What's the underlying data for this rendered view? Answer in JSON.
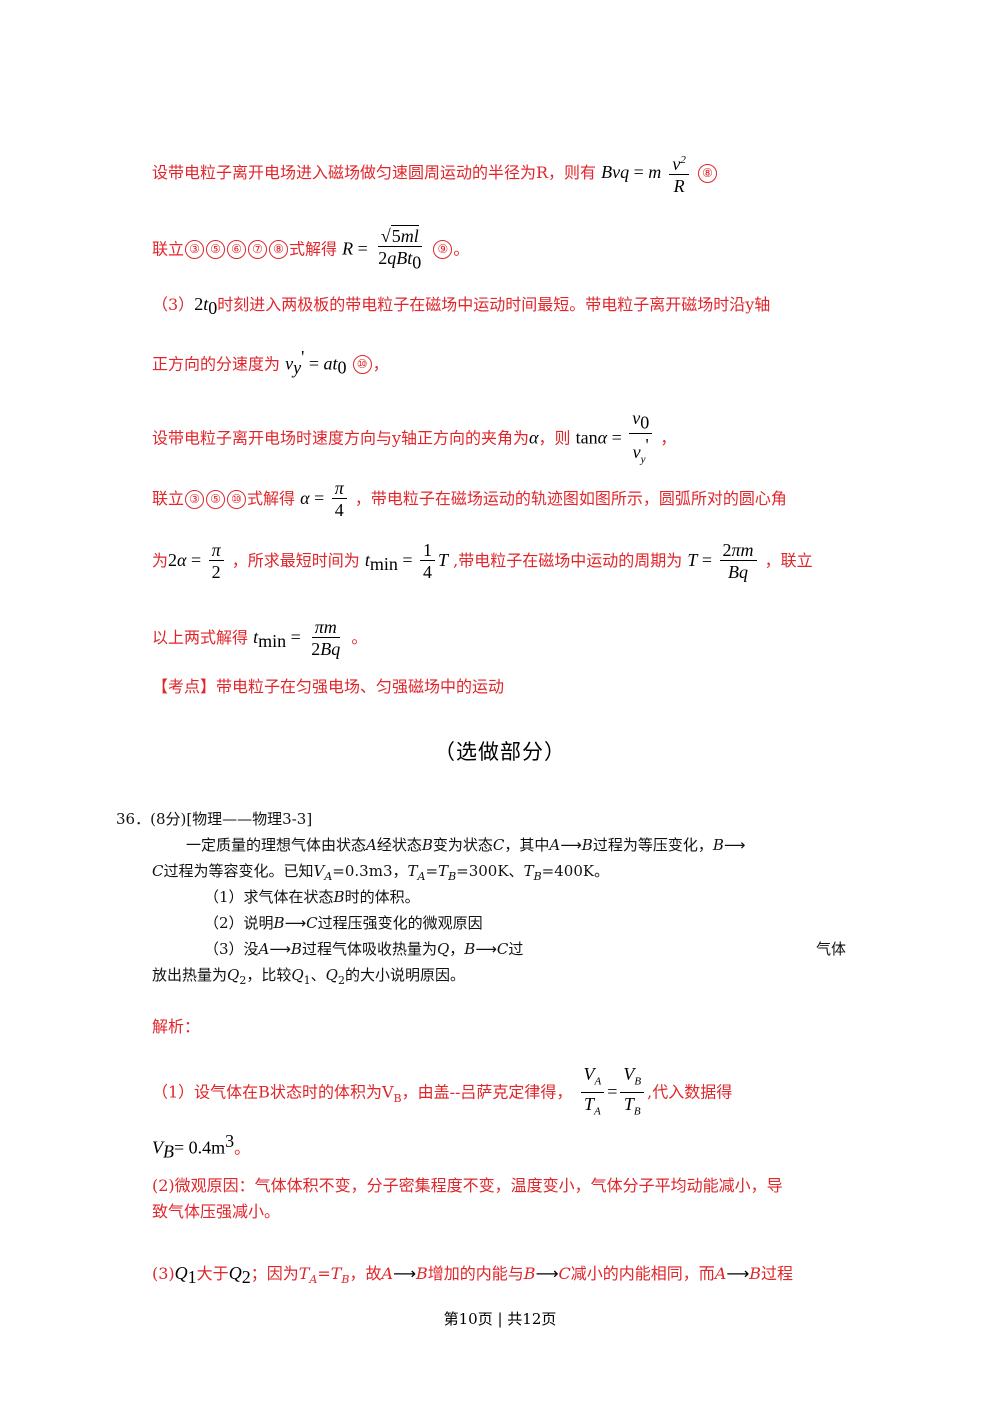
{
  "solution_part2": {
    "line_radius_intro": "设带电粒子离开电场进入磁场做匀速圆周运动的半径为R，则有",
    "circle8": "⑧",
    "line_combine_prefix": "联立",
    "line_combine_circles": [
      "③",
      "⑤",
      "⑥",
      "⑦",
      "⑧"
    ],
    "line_combine_suffix": "式解得",
    "circle9": "⑨",
    "period": "。"
  },
  "solution_part3": {
    "l1_prefix": "（3）",
    "l1_text": "时刻进入两极板的带电粒子在磁场中运动时间最短。带电粒子离开磁场时沿y轴",
    "l2_text": "正方向的分速度为",
    "circle10": "⑩",
    "comma": "，",
    "l3_text": "设带电粒子离开电场时速度方向与y轴正方向的夹角为",
    "l3_mid": "，则",
    "l4_prefix": "联立",
    "l4_circles": [
      "③",
      "⑤",
      "⑩"
    ],
    "l4_mid": "式解得",
    "l4_suffix": "，带电粒子在磁场运动的轨迹图如图所示，圆弧所对的圆心角",
    "l5_prefix": "为",
    "l5_mid1": "，所求最短时间为",
    "l5_mid2": ",带电粒子在磁场中运动的周期为",
    "l5_suffix": "，联立",
    "l6_prefix": "以上两式解得",
    "l6_suffix": "。",
    "kaodian": "【考点】带电粒子在匀强电场、匀强磁场中的运动"
  },
  "section_heading": "（选做部分）",
  "question36": {
    "header": "36．(8分)[物理——物理3-3]",
    "l1a": "一定质量的理想气体由状态",
    "l1b": "经状态",
    "l1c": "变为状态",
    "l1d": "，其中",
    "l1e": "过程为等压变化，",
    "l2a": "过程为等容变化。已知",
    "l2b": "=0.3m3，",
    "l2c": "=300K、",
    "l2d": "=400K。",
    "q1": "（1）求气体在状态",
    "q1b": "时的体积。",
    "q2": "（2）说明",
    "q2b": "过程压强变化的微观原因",
    "q3": "（3）没",
    "q3b": "过程气体吸收热量为",
    "q3c": "，",
    "q3d": "过",
    "q3e": "气体",
    "q3f": "放出热量为",
    "q3g": "，比较",
    "q3h": "、",
    "q3i": "的大小说明原因。"
  },
  "answer36": {
    "label": "解析：",
    "a1": "（1）设气体在B状态时的体积为V",
    "a1b": "，由盖--吕萨克定律得，",
    "a1c": ",代入数据得",
    "a1d_val": "= 0.4m",
    "a1e": "。",
    "a2": "(2)微观原因：气体体积不变，分子密集程度不变，温度变小，气体分子平均动能减小，导",
    "a2b": "致气体压强减小。",
    "a3a": "(3)",
    "a3b": "大于",
    "a3c": "；因为",
    "a3d": "，故",
    "a3e": "增加的内能与",
    "a3f": "减小的内能相同，而",
    "a3g": "过程"
  },
  "footer": "第10页 | 共12页"
}
